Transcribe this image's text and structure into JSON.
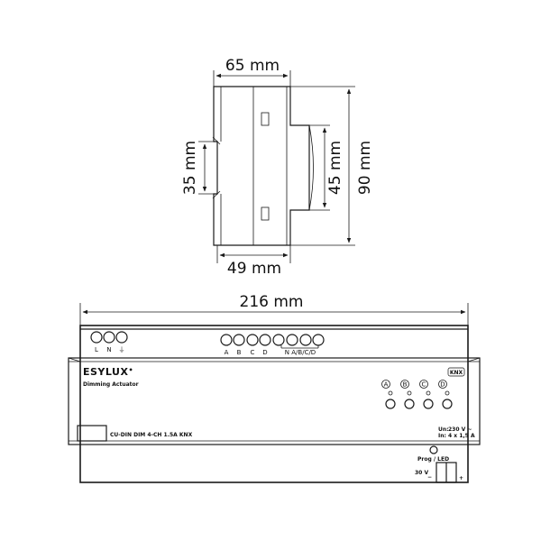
{
  "dimensions": {
    "top_depth": "65 mm",
    "rail_depth": "49 mm",
    "rail_height": "35 mm",
    "front_height": "45 mm",
    "total_height": "90 mm",
    "width": "216 mm"
  },
  "terminals": {
    "power": [
      "L",
      "N",
      "⏚"
    ],
    "channels": [
      "A",
      "B",
      "C",
      "D"
    ],
    "common": "N A/B/C/D"
  },
  "front": {
    "brand": "ESYLUX",
    "brand_mark": "•",
    "subtitle": "Dimming Actuator",
    "model": "CU-DIN DIM 4-CH 1.5A KNX",
    "knx": "KNX",
    "channel_labels": [
      "A",
      "B",
      "C",
      "D"
    ],
    "rating_un_label": "Un:",
    "rating_un_value": "230 V ~",
    "rating_in_label": "In:",
    "rating_in_value": "4 x 1,5 A",
    "prog_label": "Prog / LED",
    "bus_label": "30 V",
    "minus": "−",
    "plus": "+"
  }
}
